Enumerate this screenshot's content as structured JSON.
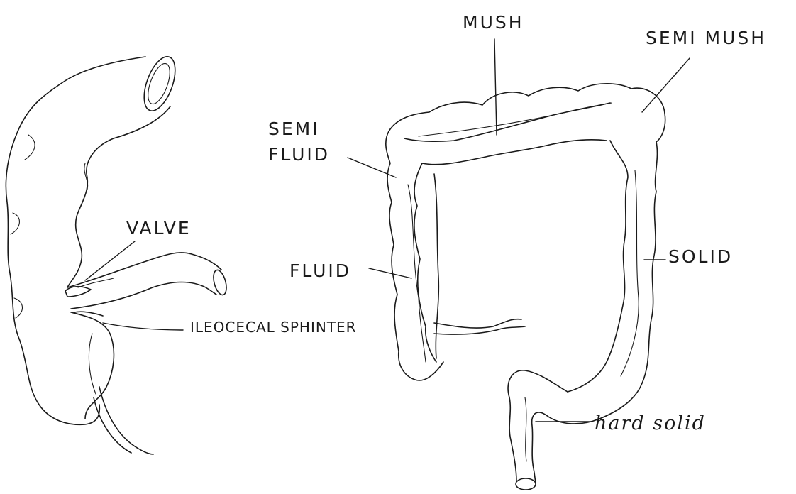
{
  "labels": {
    "mush": "MUSH",
    "semi_mush": "SEMI MUSH",
    "semi": "SEMI",
    "fluid_semi": "FLUID",
    "valve": "VALVE",
    "fluid": "FLUID",
    "ileocecal": "ILEOCECAL SPHINTER",
    "solid": "SOLID",
    "hard_solid": "hard solid"
  }
}
